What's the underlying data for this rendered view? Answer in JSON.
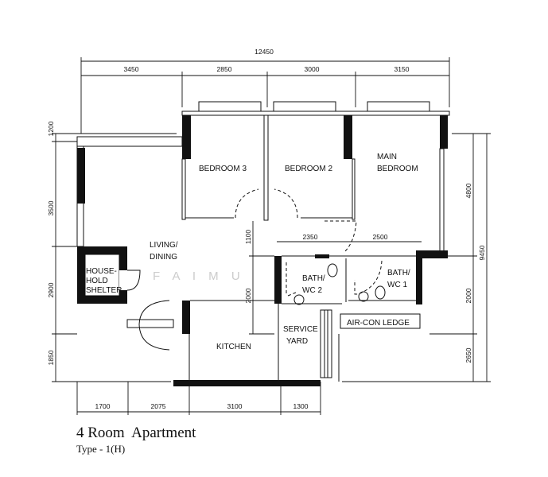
{
  "plan": {
    "title": "4 Room  Apartment",
    "subtitle": "Type - 1(H)",
    "watermark": "F A I M U",
    "rooms": {
      "bedroom3": "BEDROOM  3",
      "bedroom2": "BEDROOM  2",
      "main_bedroom": [
        "MAIN",
        "BEDROOM"
      ],
      "living_dining": [
        "LIVING/",
        "DINING"
      ],
      "shelter": [
        "HOUSE-",
        "HOLD",
        "SHELTER"
      ],
      "bath_wc2": [
        "BATH/",
        "WC  2"
      ],
      "bath_wc1": [
        "BATH/",
        "WC  1"
      ],
      "service_yard": [
        "SERVICE",
        "YARD"
      ],
      "kitchen": "KITCHEN",
      "aircon_ledge": "AIR-CON  LEDGE"
    },
    "dimensions": {
      "overall_width": "12450",
      "top": [
        "3450",
        "2850",
        "3000",
        "3150"
      ],
      "bottom": [
        "1700",
        "2075",
        "3100",
        "1300"
      ],
      "left": [
        "1200",
        "3500",
        "2900",
        "1850"
      ],
      "right": [
        "4800",
        "2000",
        "2650"
      ],
      "overall_depth": "9450",
      "inner_vertical": [
        "1100",
        "2000"
      ],
      "bath_widths": [
        "2350",
        "2500"
      ]
    }
  }
}
